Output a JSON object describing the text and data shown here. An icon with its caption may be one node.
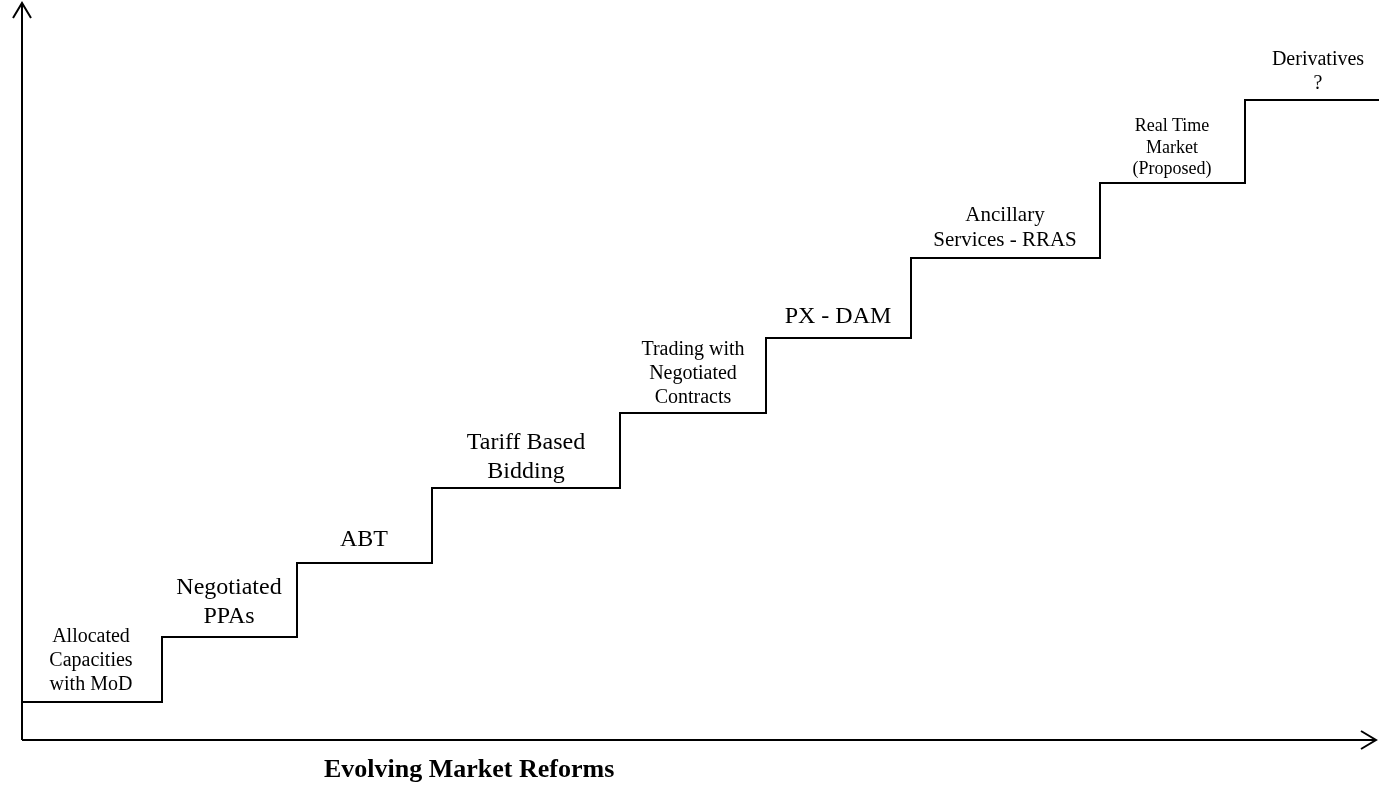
{
  "diagram": {
    "caption": "Evolving Market Reforms",
    "labels": [
      "Allocated Capacities with MoD",
      "Negotiated PPAs",
      "ABT",
      "Tariff Based Bidding",
      "Trading with Negotiated Contracts",
      "PX - DAM",
      "Ancillary Services - RRAS",
      "Real Time Market (Proposed)",
      "Derivatives ?"
    ]
  }
}
